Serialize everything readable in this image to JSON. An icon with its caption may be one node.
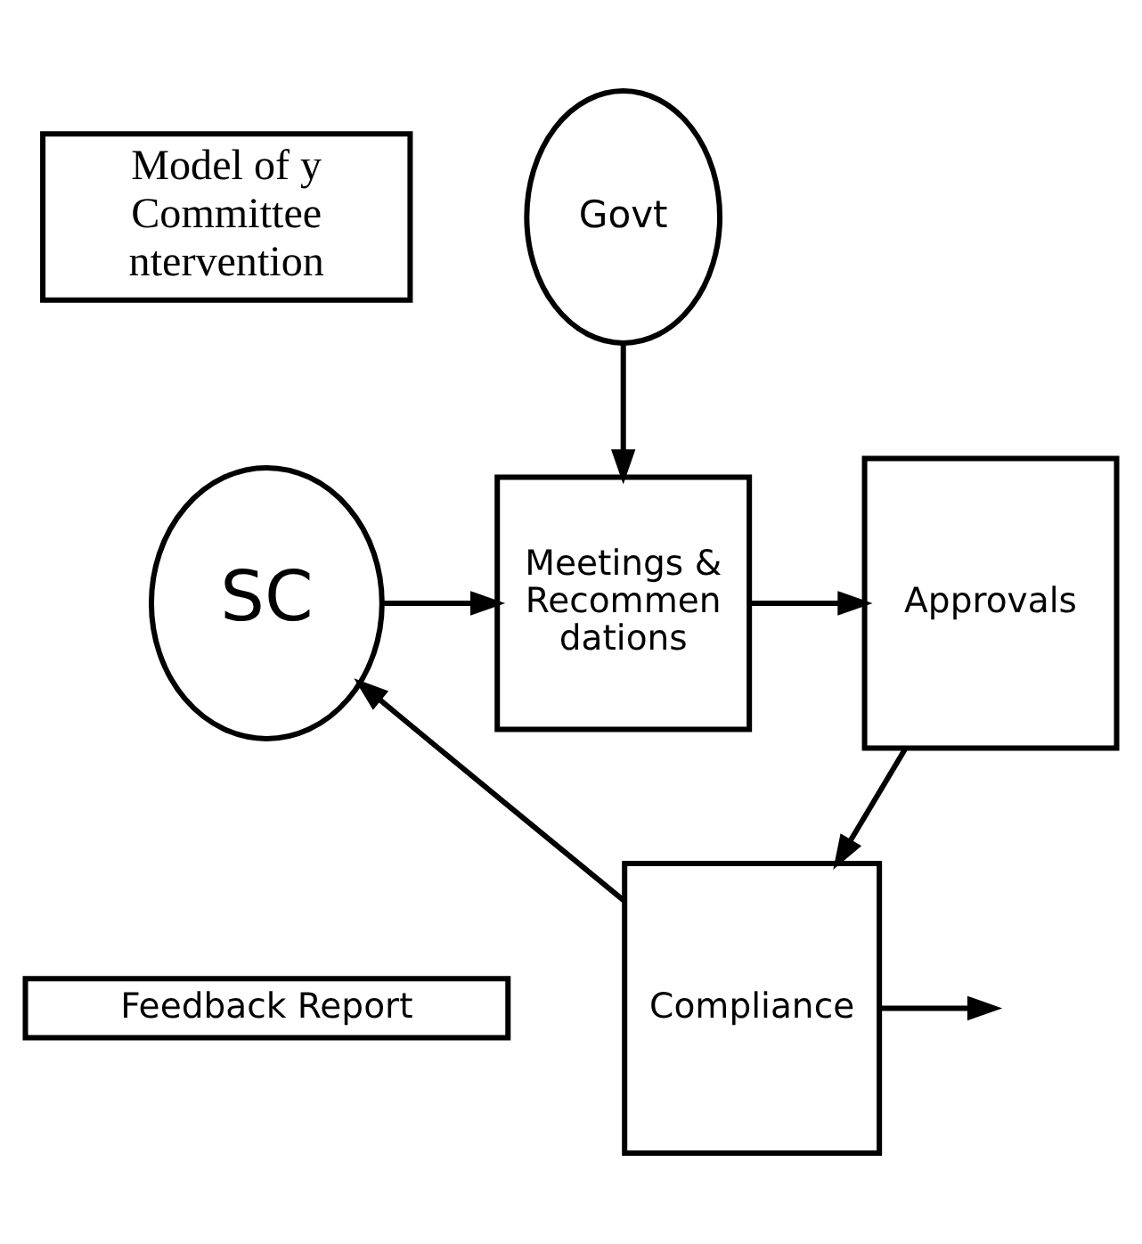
{
  "diagram": {
    "nodes": [
      {
        "text": [
          "Model of y Committee ntervention"
        ]
      },
      {
        "text": [
          "Govt"
        ]
      },
      {
        "text": [
          "SC"
        ]
      },
      {
        "text": [
          "Meetings & Recommen dations"
        ]
      },
      {
        "text": [
          "Approvals"
        ]
      },
      {
        "text": [
          "Feedback Report"
        ]
      },
      {
        "text": [
          "Compliance"
        ]
      }
    ],
    "edges": [
      {
        "from": 1,
        "to": 3,
        "arrow": "to"
      },
      {
        "from": 2,
        "to": 3,
        "arrow": "to"
      },
      {
        "from": 3,
        "to": 4,
        "arrow": "to"
      },
      {
        "from": 4,
        "to": 6,
        "arrow": "to"
      },
      {
        "from": 6,
        "to": 2,
        "arrow": "to"
      },
      {
        "from": 6,
        "to": null,
        "arrow": "to"
      }
    ]
  }
}
